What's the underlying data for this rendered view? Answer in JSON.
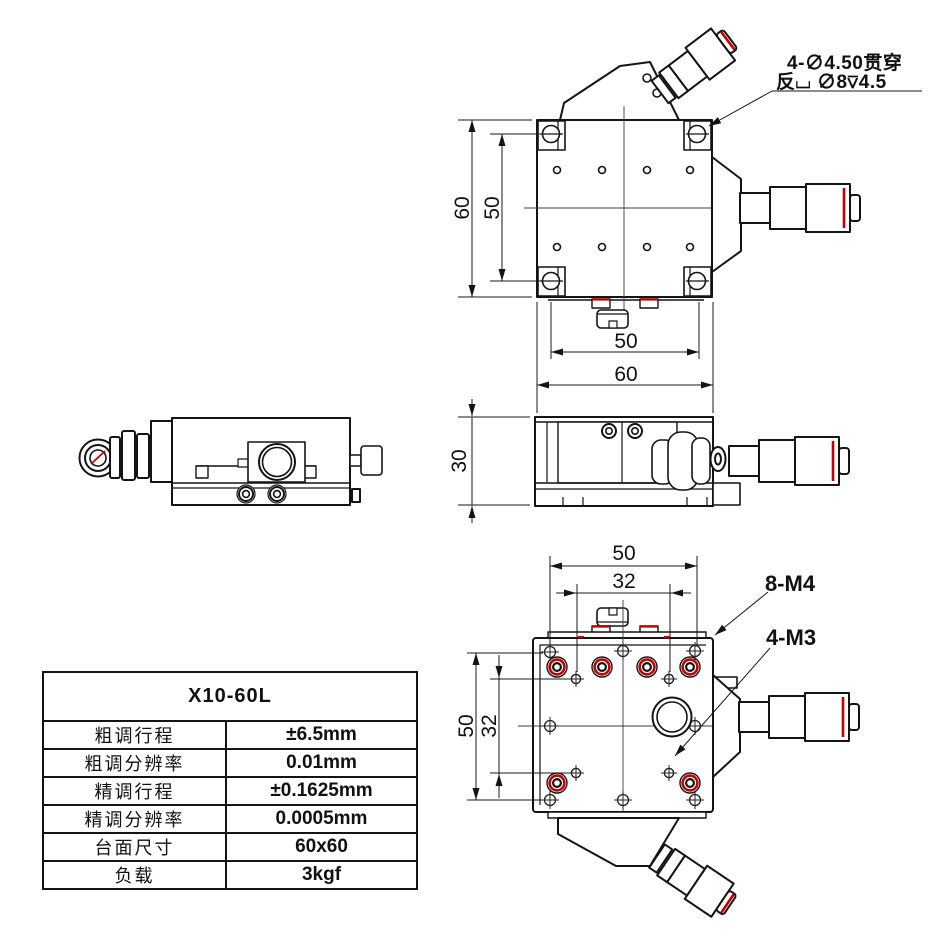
{
  "drawing": {
    "note_counterbore": {
      "line1": "4-∅4.50贯穿",
      "line2": "反⌴ ∅8⊽4.5"
    },
    "thread_labels": {
      "m4": "8-M4",
      "m3": "4-M3"
    },
    "dims": {
      "top_view": {
        "height_outer": "60",
        "height_inner": "50",
        "width_inner": "50",
        "width_outer": "60"
      },
      "side_view": {
        "height": "30"
      },
      "bottom_view": {
        "width_outer": "50",
        "width_inner": "32",
        "height_outer": "50",
        "height_inner": "32"
      }
    },
    "colors": {
      "line": "#141414",
      "accent_red": "#c40000"
    }
  },
  "spec_table": {
    "title": "X10-60L",
    "rows": [
      {
        "label": "粗调行程",
        "value": "±6.5mm"
      },
      {
        "label": "粗调分辨率",
        "value": "0.01mm"
      },
      {
        "label": "精调行程",
        "value": "±0.1625mm"
      },
      {
        "label": "精调分辨率",
        "value": "0.0005mm"
      },
      {
        "label": "台面尺寸",
        "value": "60x60"
      },
      {
        "label": "负载",
        "value": "3kgf"
      }
    ]
  }
}
